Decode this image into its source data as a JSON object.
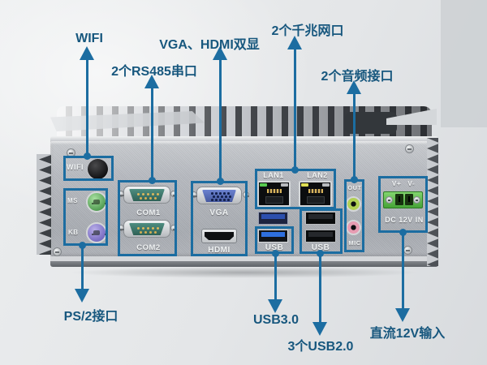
{
  "callouts": {
    "wifi": "WIFI",
    "rs485": "2个RS485串口",
    "vga_hdmi": "VGA、HDMI双显",
    "lan": "2个千兆网口",
    "audio": "2个音频接口",
    "ps2": "PS/2接口",
    "usb3": "USB3.0",
    "usb2": "3个USB2.0",
    "dc": "直流12V输入"
  },
  "panel_labels": {
    "wifi": "WIFI",
    "ms": "MS",
    "kb": "KB",
    "com1": "COM1",
    "com2": "COM2",
    "vga": "VGA",
    "hdmi": "HDMI",
    "lan1": "LAN1",
    "lan2": "LAN2",
    "usb_left": "USB",
    "usb_right": "USB",
    "out": "OUT",
    "mic": "MIC",
    "terminal": "V+ V-",
    "dc_in": "DC 12V IN"
  },
  "colors": {
    "callout_line": "#1c6da1",
    "callout_text": "#17577e",
    "panel_silver": "#b4b8be",
    "usb3_blue": "#2e6fde",
    "ps2_mouse_green": "#4f9a50",
    "ps2_keyboard_purple": "#7569c0",
    "audio_out_green": "#b1d055",
    "audio_mic_pink": "#e79cb2",
    "dc_terminal_green": "#46a337"
  }
}
